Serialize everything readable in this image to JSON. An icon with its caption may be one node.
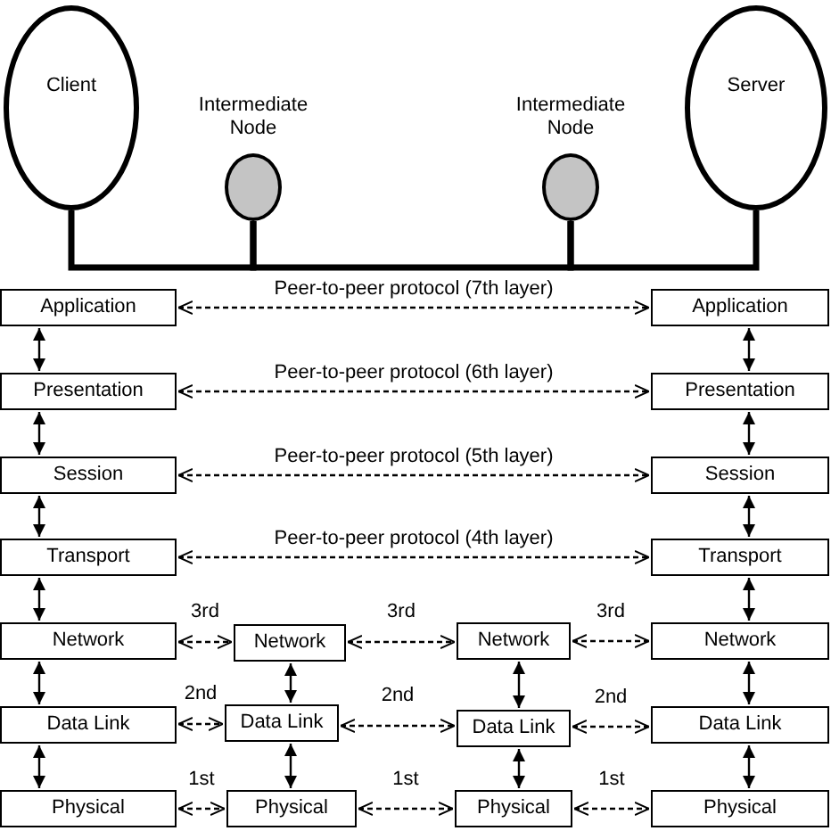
{
  "diagram": {
    "nodes": [
      {
        "text": [
          "Client"
        ]
      },
      {
        "text": [
          "Intermediate Node"
        ]
      },
      {
        "text": [
          "Intermediate Node"
        ]
      },
      {
        "text": [
          "Server"
        ]
      },
      {
        "text": [
          "Application"
        ]
      },
      {
        "text": [
          "Application"
        ]
      },
      {
        "text": [
          "Presentation"
        ]
      },
      {
        "text": [
          "Presentation"
        ]
      },
      {
        "text": [
          "Session"
        ]
      },
      {
        "text": [
          "Session"
        ]
      },
      {
        "text": [
          "Transport"
        ]
      },
      {
        "text": [
          "Transport"
        ]
      },
      {
        "text": [
          "Network"
        ]
      },
      {
        "text": [
          "Network"
        ]
      },
      {
        "text": [
          "Network"
        ]
      },
      {
        "text": [
          "Network"
        ]
      },
      {
        "text": [
          "Data Link"
        ]
      },
      {
        "text": [
          "Data Link"
        ]
      },
      {
        "text": [
          "Data Link"
        ]
      },
      {
        "text": [
          "Data Link"
        ]
      },
      {
        "text": [
          "Physical"
        ]
      },
      {
        "text": [
          "Physical"
        ]
      },
      {
        "text": [
          "Physical"
        ]
      },
      {
        "text": [
          "Physical"
        ]
      }
    ],
    "edges": [
      {
        "from": 0,
        "to": 1,
        "arrow": "none",
        "style": "thick"
      },
      {
        "from": 1,
        "to": 2,
        "arrow": "none",
        "style": "thick"
      },
      {
        "from": 2,
        "to": 3,
        "arrow": "none",
        "style": "thick"
      },
      {
        "from": 4,
        "to": 5,
        "arrow": "both",
        "style": "dashed",
        "label": "Peer-to-peer protocol (7th layer)"
      },
      {
        "from": 6,
        "to": 7,
        "arrow": "both",
        "style": "dashed",
        "label": "Peer-to-peer protocol (6th layer)"
      },
      {
        "from": 8,
        "to": 9,
        "arrow": "both",
        "style": "dashed",
        "label": "Peer-to-peer protocol (5th layer)"
      },
      {
        "from": 10,
        "to": 11,
        "arrow": "both",
        "style": "dashed",
        "label": "Peer-to-peer protocol (4th layer)"
      },
      {
        "from": 12,
        "to": 13,
        "arrow": "both",
        "style": "dashed",
        "label": "3rd"
      },
      {
        "from": 13,
        "to": 14,
        "arrow": "both",
        "style": "dashed",
        "label": "3rd"
      },
      {
        "from": 14,
        "to": 15,
        "arrow": "both",
        "style": "dashed",
        "label": "3rd"
      },
      {
        "from": 16,
        "to": 17,
        "arrow": "both",
        "style": "dashed",
        "label": "2nd"
      },
      {
        "from": 17,
        "to": 18,
        "arrow": "both",
        "style": "dashed",
        "label": "2nd"
      },
      {
        "from": 18,
        "to": 19,
        "arrow": "both",
        "style": "dashed",
        "label": "2nd"
      },
      {
        "from": 20,
        "to": 21,
        "arrow": "both",
        "style": "dashed",
        "label": "1st"
      },
      {
        "from": 21,
        "to": 22,
        "arrow": "both",
        "style": "dashed",
        "label": "1st"
      },
      {
        "from": 22,
        "to": 23,
        "arrow": "both",
        "style": "dashed",
        "label": "1st"
      },
      {
        "from": 4,
        "to": 6,
        "arrow": "both"
      },
      {
        "from": 6,
        "to": 8,
        "arrow": "both"
      },
      {
        "from": 8,
        "to": 10,
        "arrow": "both"
      },
      {
        "from": 10,
        "to": 12,
        "arrow": "both"
      },
      {
        "from": 12,
        "to": 16,
        "arrow": "both"
      },
      {
        "from": 16,
        "to": 20,
        "arrow": "both"
      },
      {
        "from": 5,
        "to": 7,
        "arrow": "both"
      },
      {
        "from": 7,
        "to": 9,
        "arrow": "both"
      },
      {
        "from": 9,
        "to": 11,
        "arrow": "both"
      },
      {
        "from": 11,
        "to": 15,
        "arrow": "both"
      },
      {
        "from": 15,
        "to": 19,
        "arrow": "both"
      },
      {
        "from": 19,
        "to": 23,
        "arrow": "both"
      },
      {
        "from": 13,
        "to": 17,
        "arrow": "both"
      },
      {
        "from": 17,
        "to": 21,
        "arrow": "both"
      },
      {
        "from": 14,
        "to": 18,
        "arrow": "both"
      },
      {
        "from": 18,
        "to": 22,
        "arrow": "both"
      }
    ]
  }
}
